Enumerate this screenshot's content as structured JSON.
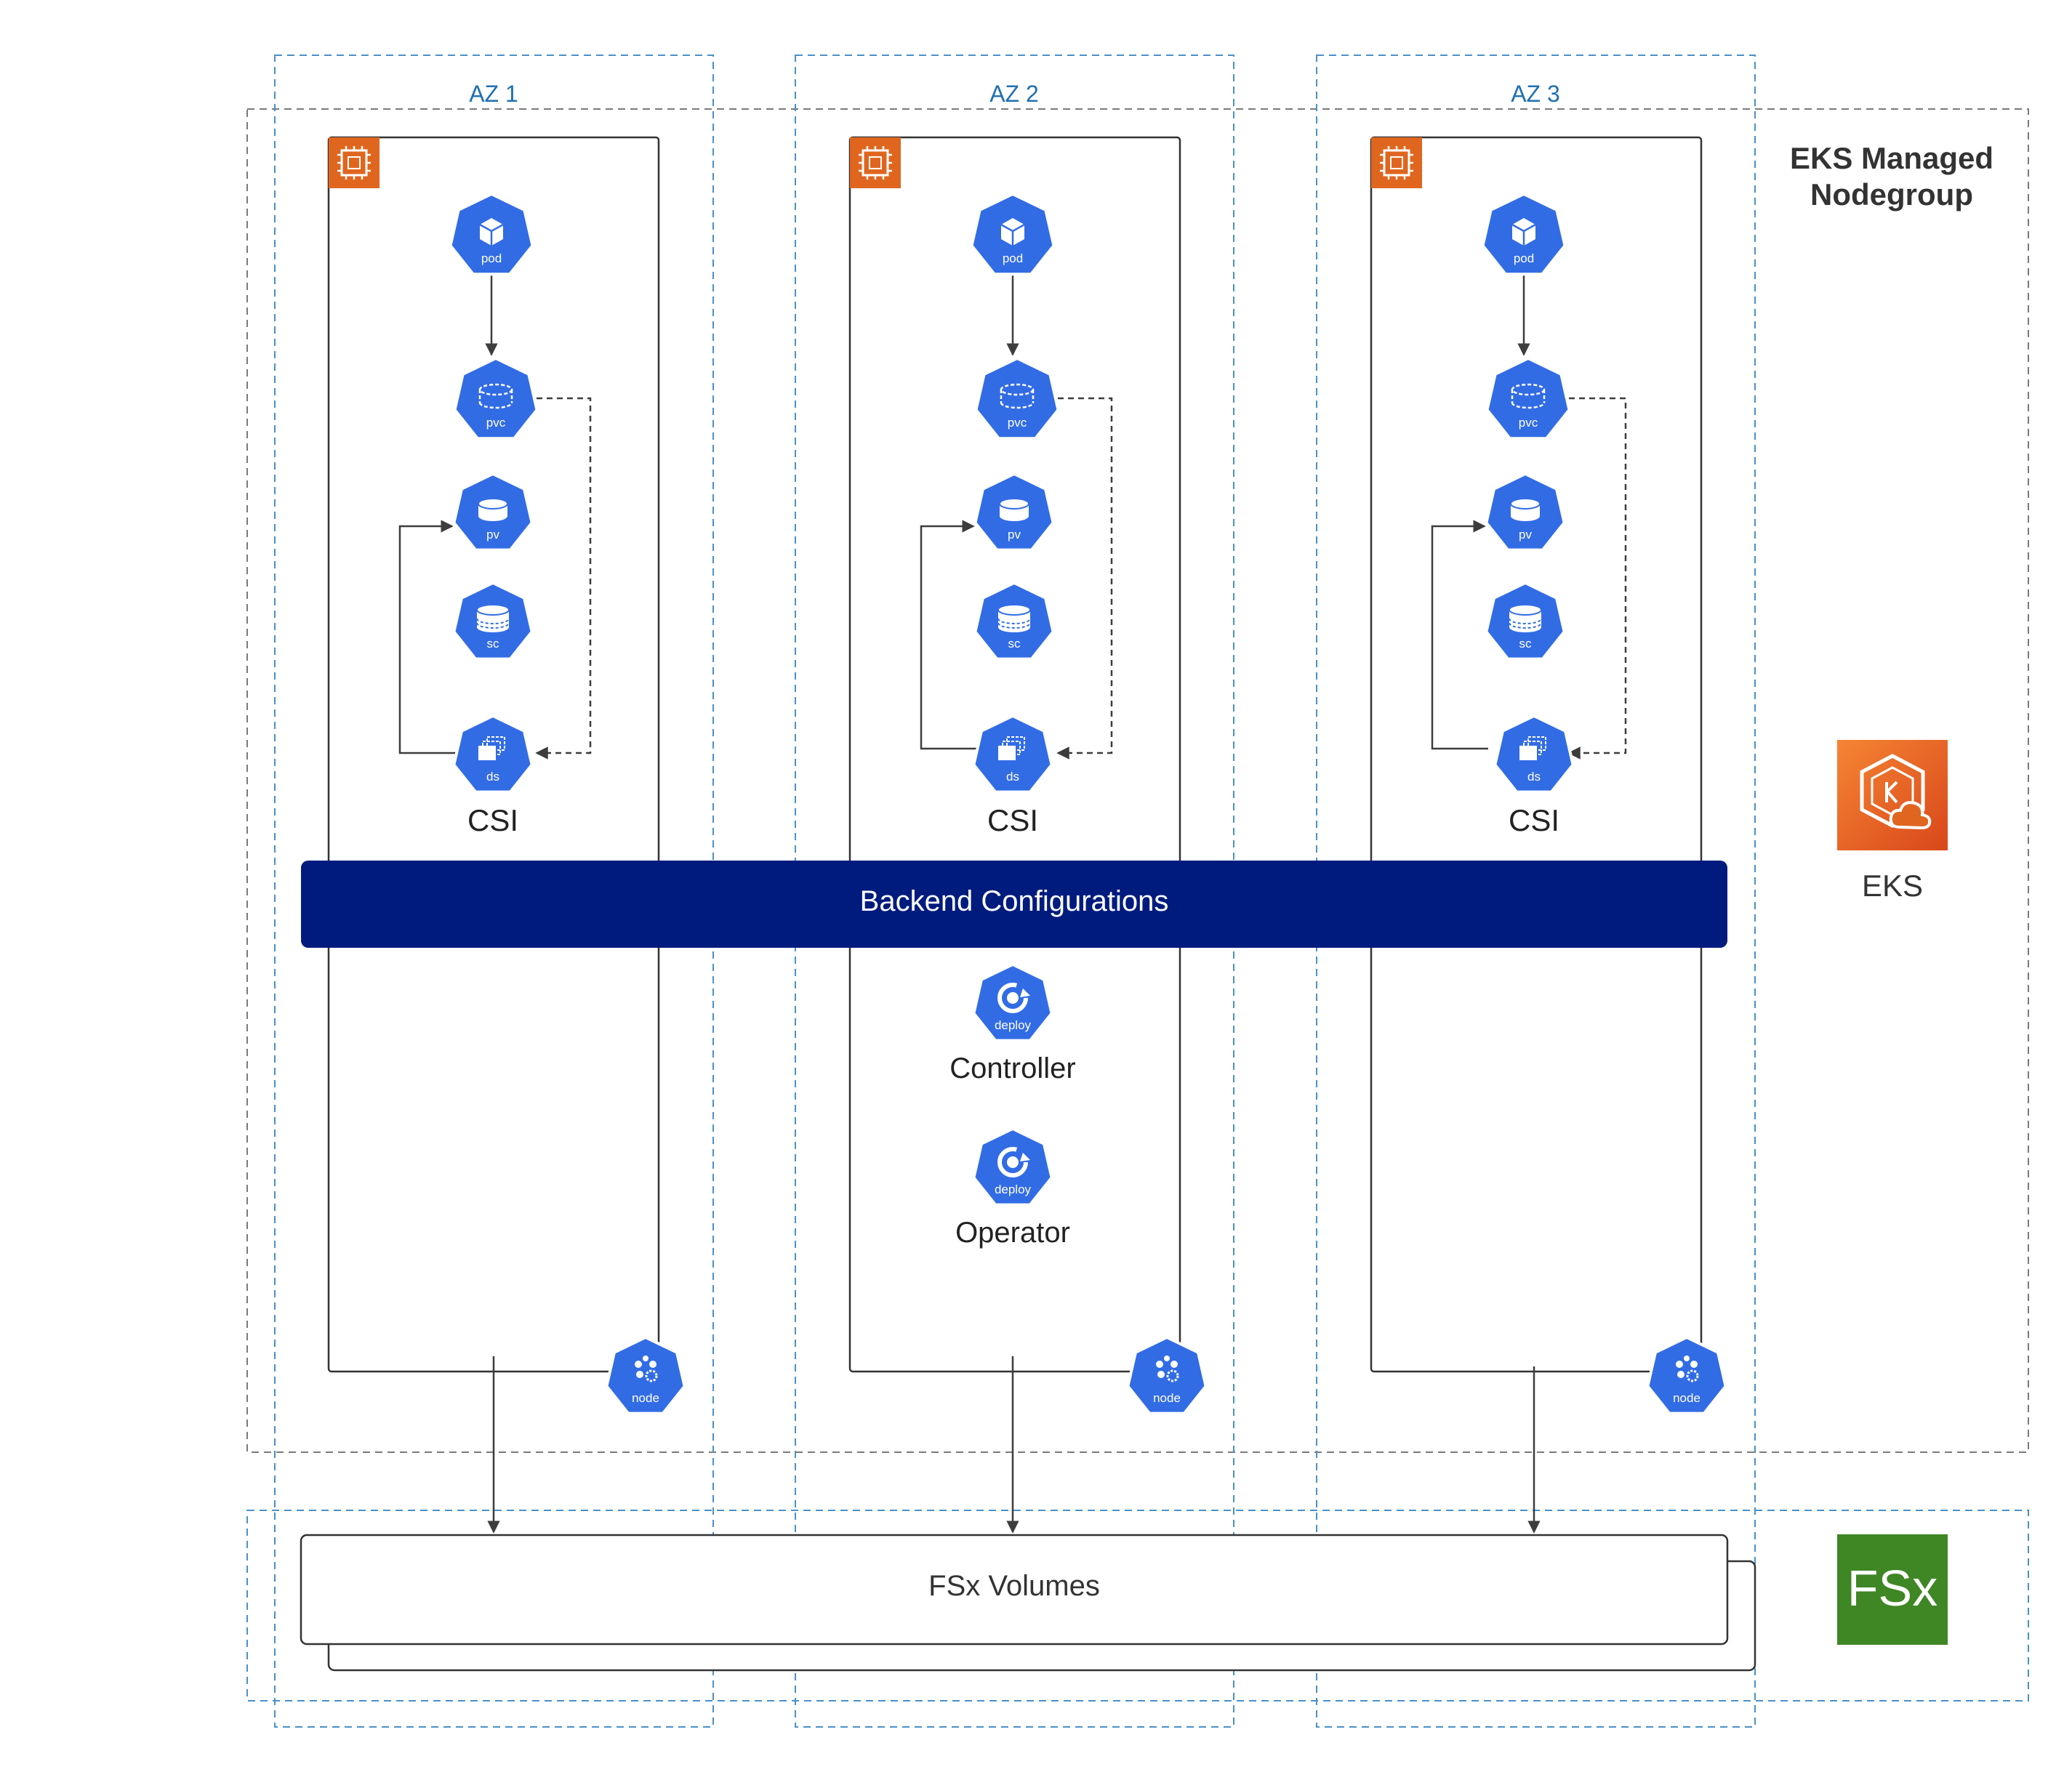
{
  "zones": [
    {
      "label": "AZ 1"
    },
    {
      "label": "AZ 2"
    },
    {
      "label": "AZ 3"
    }
  ],
  "nodegroup": {
    "title_line1": "EKS Managed",
    "title_line2": "Nodegroup"
  },
  "icons": {
    "pod": "pod",
    "pvc": "pvc",
    "pv": "pv",
    "sc": "sc",
    "ds": "ds",
    "deploy": "deploy",
    "node": "node"
  },
  "csi_label": "CSI",
  "backend": {
    "label": "Backend Configurations"
  },
  "controller": {
    "label": "Controller"
  },
  "operator": {
    "label": "Operator"
  },
  "eks": {
    "label": "EKS"
  },
  "fsx": {
    "label": "FSx Volumes",
    "logo_text": "FSx"
  },
  "colors": {
    "az_border": "#1f77b4",
    "k8s_blue": "#326ce5",
    "backend_bar": "#001b7e",
    "aws_orange": "#e0661f",
    "fsx_green": "#3f8624",
    "line": "#3d3d3d"
  }
}
